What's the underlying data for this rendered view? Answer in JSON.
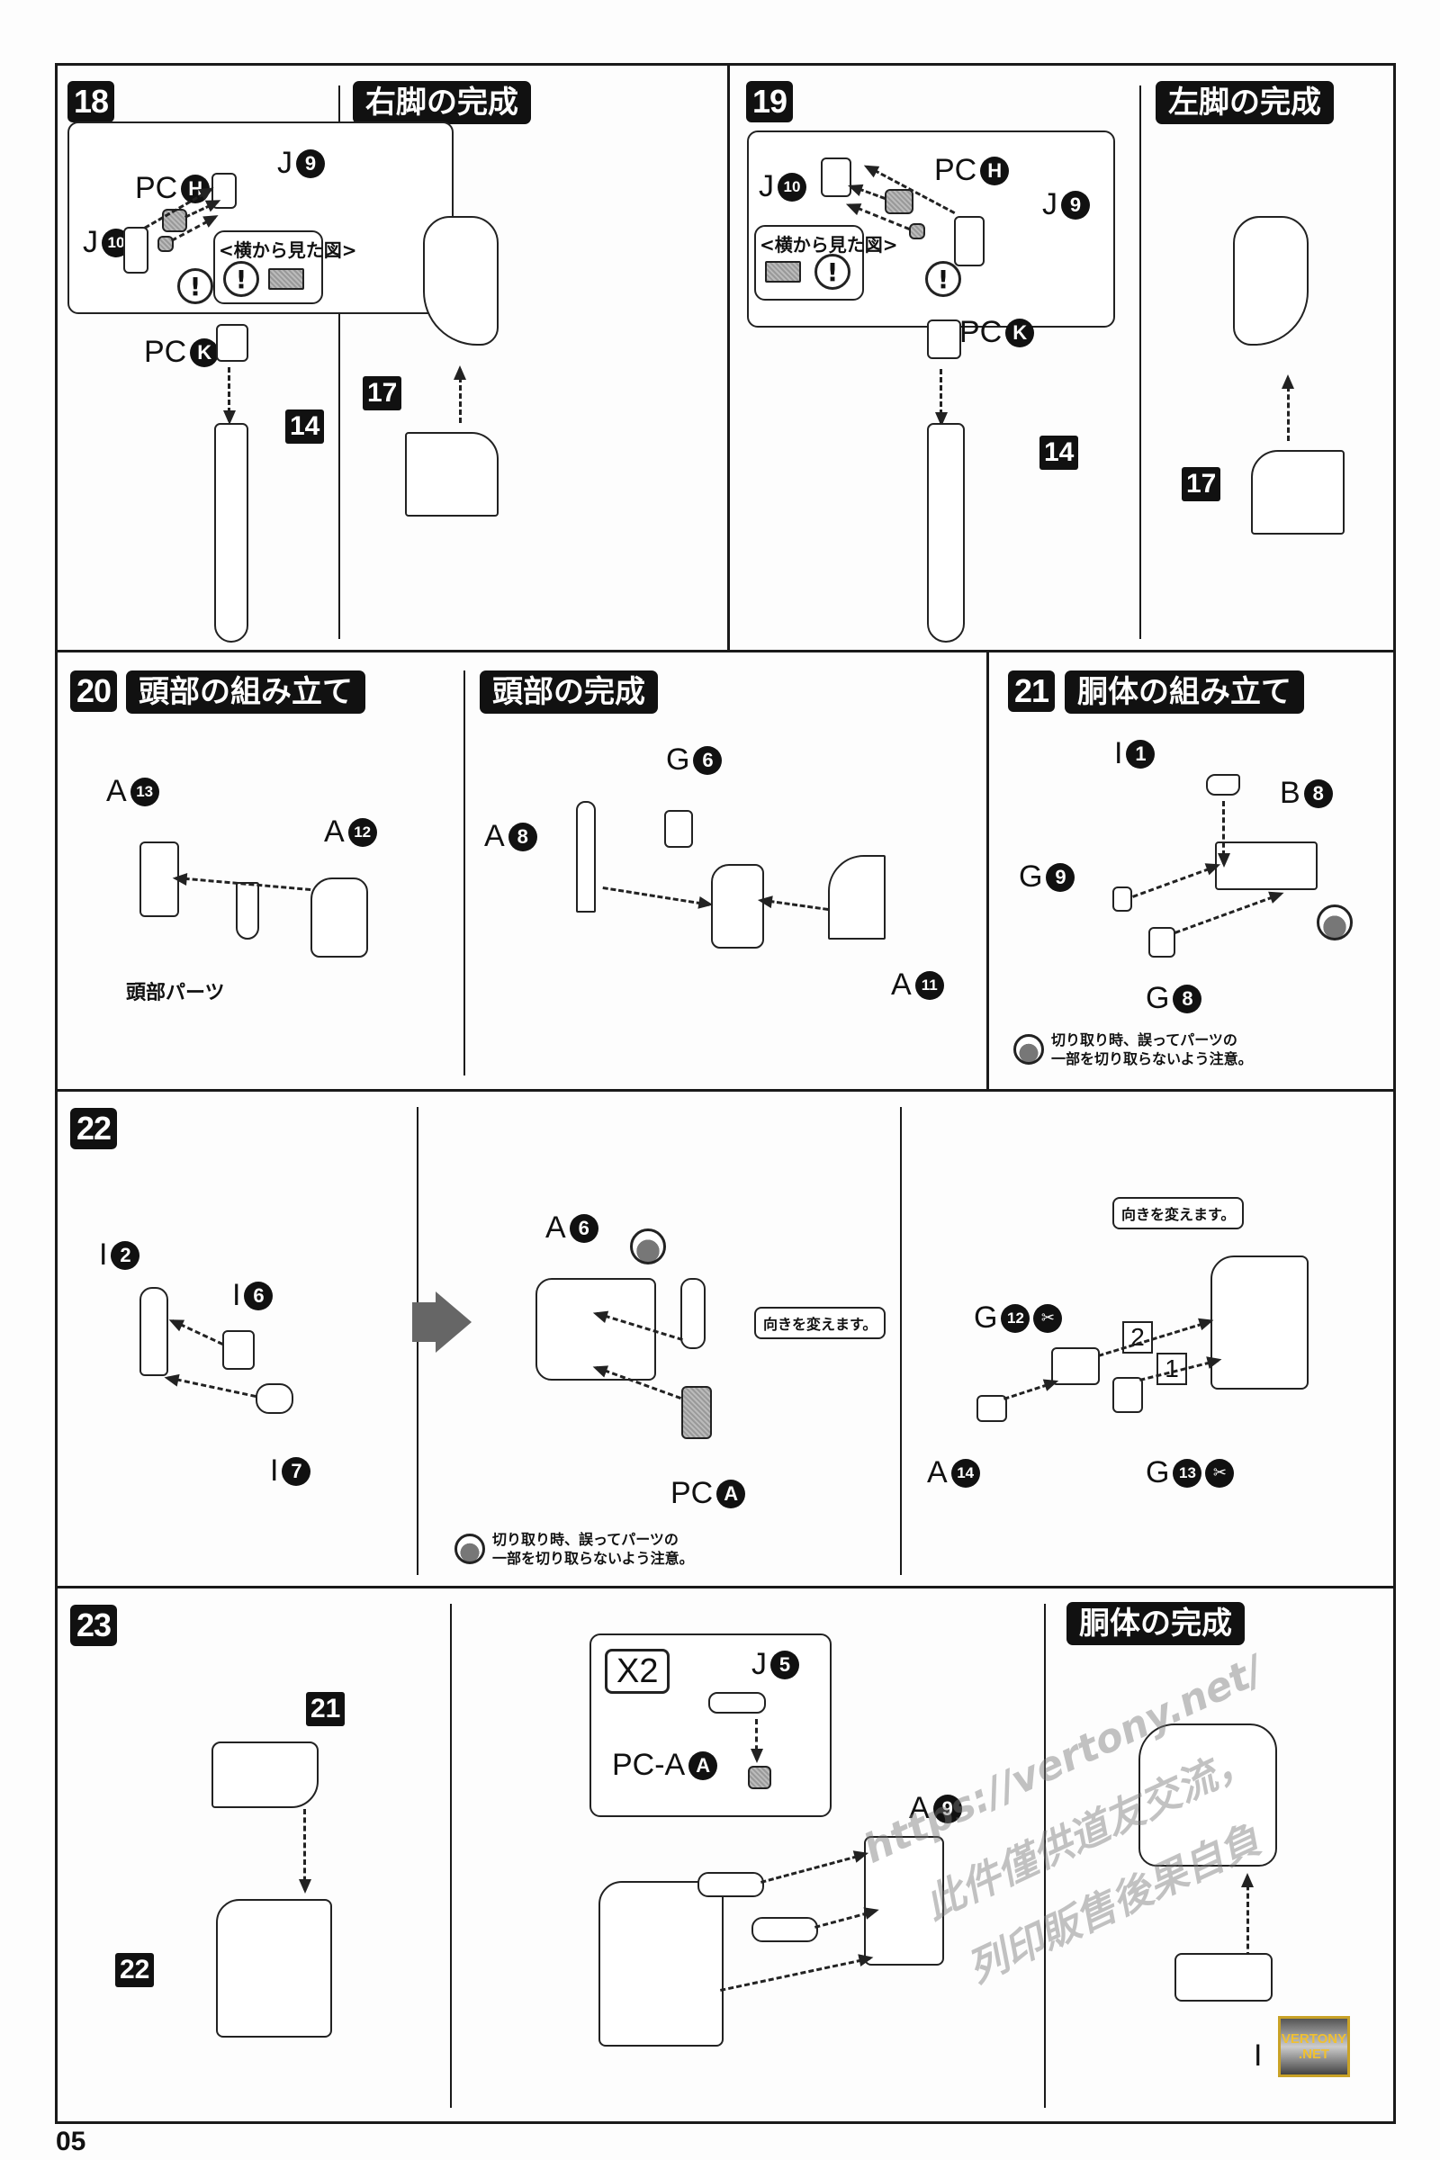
{
  "page_number": "05",
  "steps": {
    "s18": {
      "number": "18",
      "completion_heading": "右脚の完成",
      "labels": {
        "j9": {
          "prefix": "J",
          "badge": "9"
        },
        "pch": {
          "prefix": "PC",
          "badge": "H"
        },
        "j10": {
          "prefix": "J",
          "badge": "10"
        },
        "pck": {
          "prefix": "PC",
          "badge": "K"
        }
      },
      "side_view_label": "<横から見た図>",
      "exclamation": "!",
      "ref_parts": {
        "a": "14",
        "b": "17"
      }
    },
    "s19": {
      "number": "19",
      "completion_heading": "左脚の完成",
      "labels": {
        "j10": {
          "prefix": "J",
          "badge": "10"
        },
        "pch": {
          "prefix": "PC",
          "badge": "H"
        },
        "j9": {
          "prefix": "J",
          "badge": "9"
        },
        "pck": {
          "prefix": "PC",
          "badge": "K"
        }
      },
      "side_view_label": "<横から見た図>",
      "exclamation": "!",
      "ref_parts": {
        "a": "14",
        "b": "17"
      }
    },
    "s20": {
      "number": "20",
      "heading": "頭部の組み立て",
      "completion_heading": "頭部の完成",
      "labels": {
        "a13": {
          "prefix": "A",
          "badge": "13"
        },
        "a12": {
          "prefix": "A",
          "badge": "12"
        },
        "a8": {
          "prefix": "A",
          "badge": "8"
        },
        "g6": {
          "prefix": "G",
          "badge": "6"
        },
        "a11": {
          "prefix": "A",
          "badge": "11"
        }
      },
      "head_parts_label": "頭部パーツ"
    },
    "s21": {
      "number": "21",
      "heading": "胴体の組み立て",
      "labels": {
        "i1": {
          "prefix": "I",
          "badge": "1"
        },
        "b8": {
          "prefix": "B",
          "badge": "8"
        },
        "g9": {
          "prefix": "G",
          "badge": "9"
        },
        "g8": {
          "prefix": "G",
          "badge": "8"
        }
      },
      "caution_note_line1": "切り取り時、誤ってパーツの",
      "caution_note_line2": "一部を切り取らないよう注意。"
    },
    "s22": {
      "number": "22",
      "labels": {
        "i2": {
          "prefix": "I",
          "badge": "2"
        },
        "i6": {
          "prefix": "I",
          "badge": "6"
        },
        "i7": {
          "prefix": "I",
          "badge": "7"
        },
        "a6": {
          "prefix": "A",
          "badge": "6"
        },
        "pca": {
          "prefix": "PC",
          "badge": "A"
        },
        "g12": {
          "prefix": "G",
          "badge": "12"
        },
        "a14": {
          "prefix": "A",
          "badge": "14"
        },
        "g13": {
          "prefix": "G",
          "badge": "13"
        }
      },
      "rotate_note": "向きを変えます。",
      "order_1": "1",
      "order_2": "2",
      "caution_note_line1": "切り取り時、誤ってパーツの",
      "caution_note_line2": "一部を切り取らないよう注意。"
    },
    "s23": {
      "number": "23",
      "completion_heading": "胴体の完成",
      "multiplier": "X2",
      "labels": {
        "j5": {
          "prefix": "J",
          "badge": "5"
        },
        "pca": {
          "prefix": "PC-A",
          "badge": "A"
        },
        "a9": {
          "prefix": "A",
          "badge": "9"
        },
        "i_end": {
          "prefix": "I",
          "badge": ""
        }
      },
      "ref_parts": {
        "a": "21",
        "b": "22"
      }
    }
  },
  "watermark": {
    "line1": "https://vertony.net/",
    "line2": "此件僅供道友交流，",
    "line3": "列印販售後果自負"
  },
  "logo": {
    "line1": "VERTONY",
    "line2": ".NET"
  }
}
